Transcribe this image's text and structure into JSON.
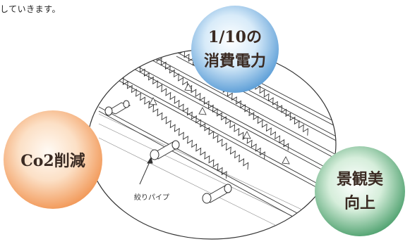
{
  "intro_text": "していきます。",
  "badges": {
    "power": {
      "line1": "1/10の",
      "line2": "消費電力",
      "color": "#5aa0d8"
    },
    "co2": {
      "line1": "Co2削減",
      "color": "#f29a55"
    },
    "scenery": {
      "line1": "景観美",
      "line2": "向上",
      "color": "#3e9a63"
    }
  },
  "pipe_label": "絞りパイプ",
  "illustration": {
    "icon": "drip-pipe-snow-melting-roof-icon"
  }
}
